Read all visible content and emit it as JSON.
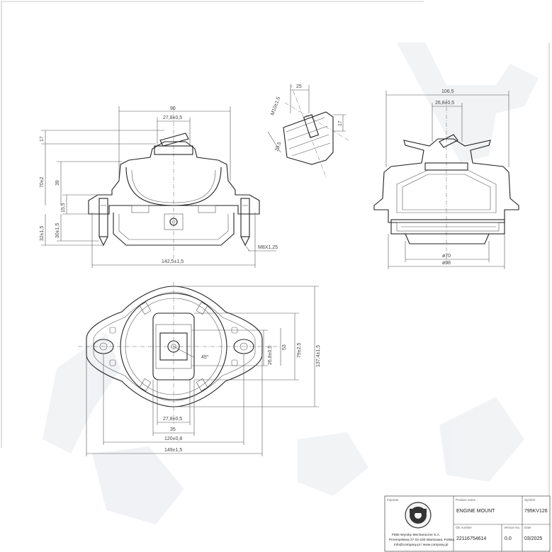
{
  "front_view": {
    "dims": {
      "width_top": "90",
      "center_width": "27,8±0,5",
      "height_17": "17",
      "height_70": "70±2",
      "height_39": "39",
      "height_15_5": "15,5",
      "height_32": "32±1,5",
      "height_30": "30±1,5",
      "thread": "M8X1,25",
      "base_width": "142,5±1,5"
    }
  },
  "detail_view": {
    "dims": {
      "d25": "25",
      "m10": "M10±1,5",
      "d17": "17",
      "d20": "20,5"
    }
  },
  "side_view": {
    "dims": {
      "width_top": "106,5",
      "center_width": "26,8±0,5",
      "dia70": "ø70",
      "dia98": "ø98"
    }
  },
  "top_view": {
    "dims": {
      "angle": "45°",
      "d26": "26,8±0,5",
      "d53": "53",
      "d79": "79±2,5",
      "d137": "137,4±1,5",
      "d27": "27,8±0,5",
      "d35": "35",
      "d120": "120±0,8",
      "d149": "149±1,5"
    }
  },
  "title_block": {
    "importer_label": "Importer",
    "importer_text_1": "FEBI Wyroby Mechaniczne S.A.",
    "importer_text_2": "Przemysłowa 27 02-100 Warszawa, Polska",
    "importer_text_3": "info@company.pl / www.company.pl",
    "product_label": "Product name",
    "product_name": "ENGINE MOUNT",
    "symbol_label": "Symbol",
    "symbol_value": "795KV126",
    "oe_label": "OE number",
    "oe_value": "22116754614",
    "version_label": "Version No.",
    "version_value": "0.0",
    "date_label": "Date",
    "date_value": "03/2025"
  }
}
